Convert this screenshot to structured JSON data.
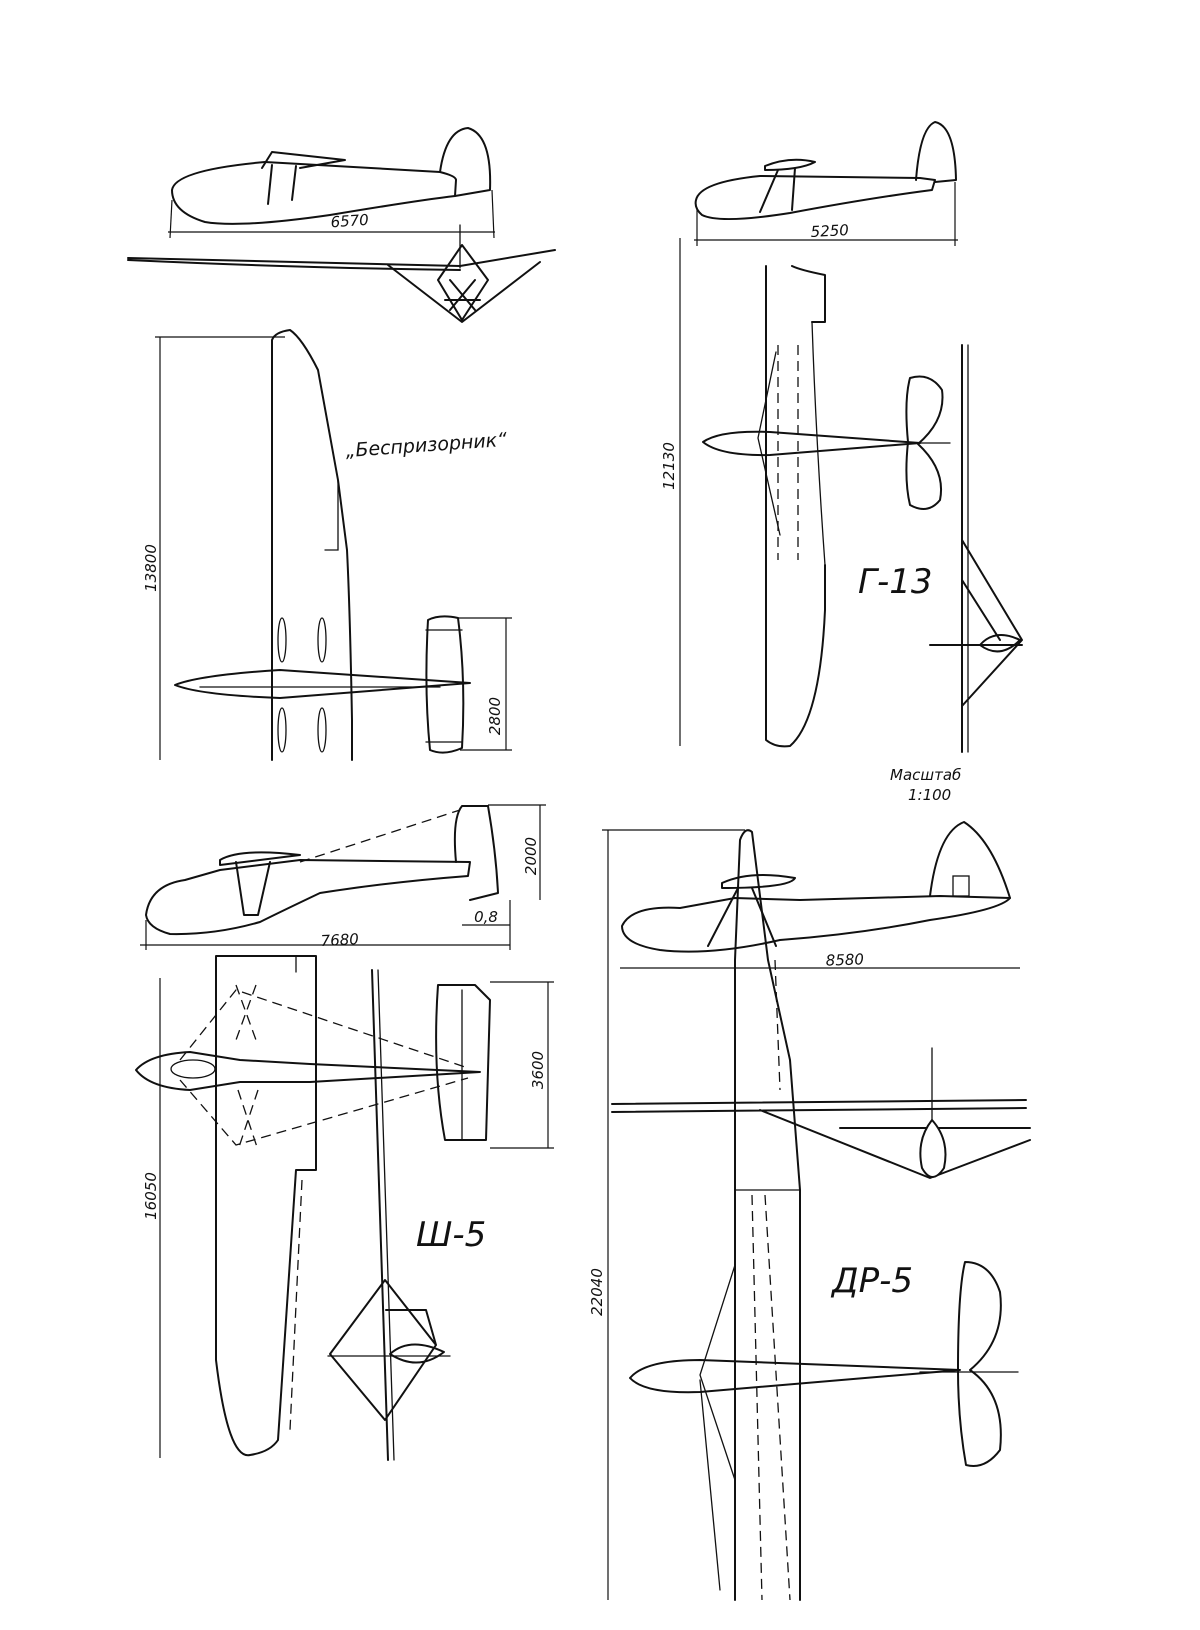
{
  "aircraft": [
    {
      "id": "besprizornik",
      "name": "„Беспризорник“",
      "dims": {
        "length": "6570",
        "span": "13800",
        "tail_span": "2800"
      }
    },
    {
      "id": "g13",
      "name": "Г-13",
      "dims": {
        "length": "5250",
        "span": "12130"
      }
    },
    {
      "id": "sh5",
      "name": "Ш-5",
      "dims": {
        "length": "7680",
        "tail_height": "2000",
        "tail_offset": "0,8",
        "tail_span": "3600",
        "span": "16050"
      }
    },
    {
      "id": "dr5",
      "name": "ДР-5",
      "dims": {
        "length": "8580",
        "span": "22040"
      }
    }
  ],
  "scale": {
    "label": "Масштаб",
    "value": "1:100"
  }
}
